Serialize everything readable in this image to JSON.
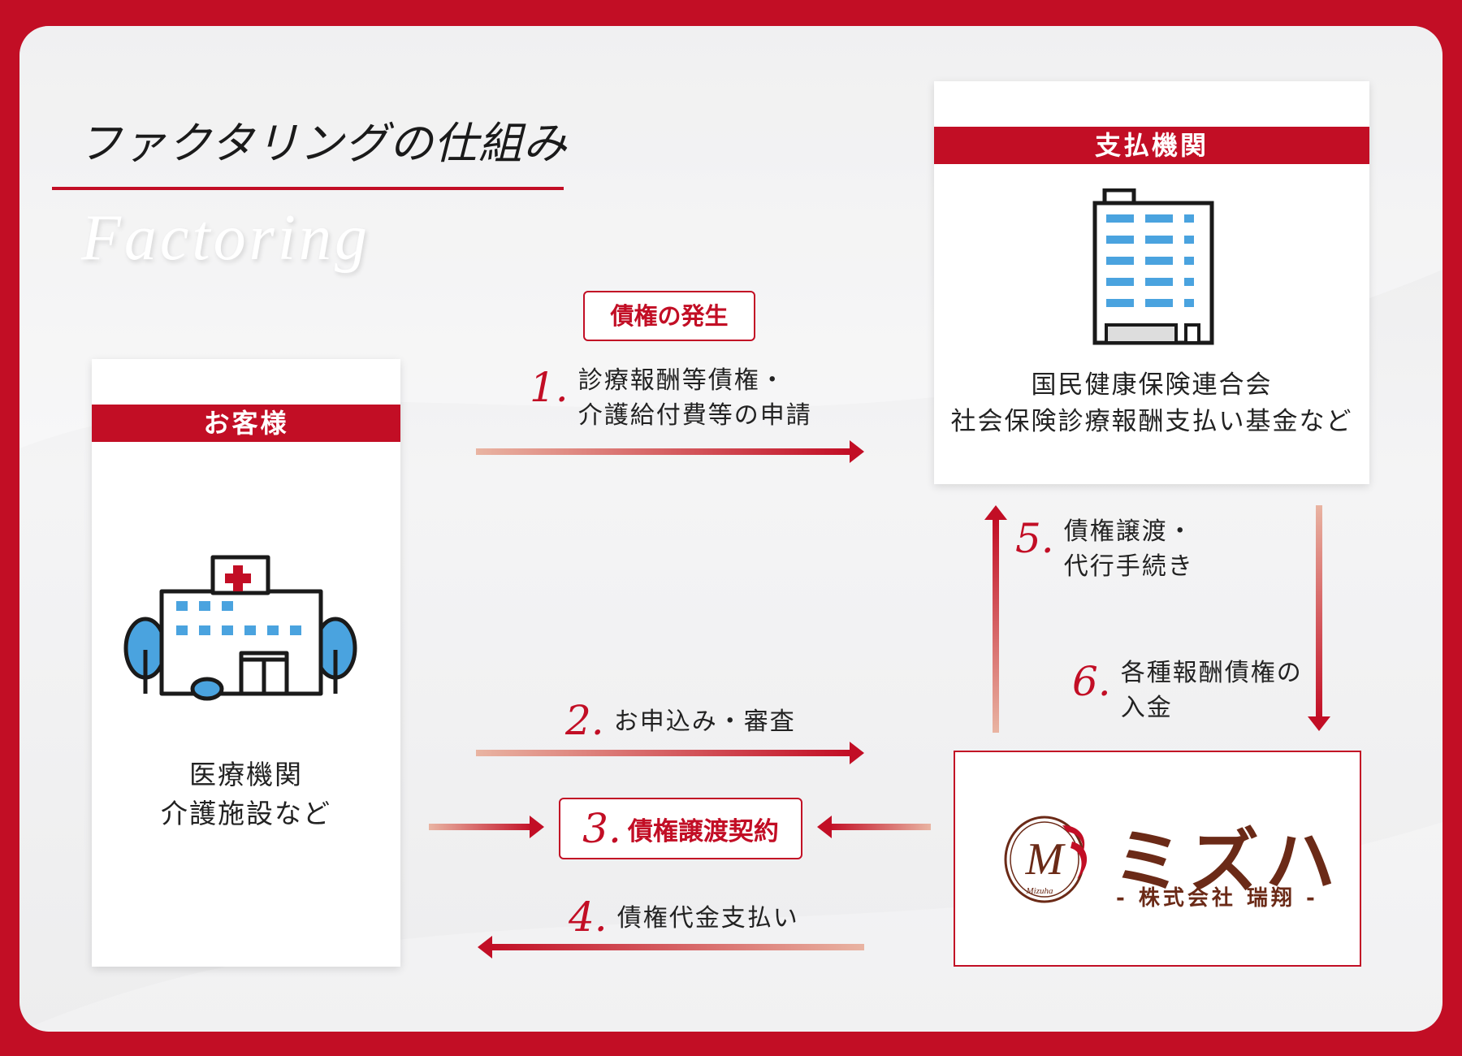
{
  "title": {
    "jp": "ファクタリングの仕組み",
    "en": "Factoring"
  },
  "customer": {
    "header": "お客様",
    "lines": [
      "医療機関",
      "介護施設など"
    ],
    "icon": "hospital-icon"
  },
  "payer": {
    "header": "支払機関",
    "lines": [
      "国民健康保険連合会",
      "社会保険診療報酬支払い基金など"
    ],
    "icon": "office-building-icon"
  },
  "tag_top": "債権の発生",
  "steps": {
    "s1": {
      "num": "1.",
      "lines": [
        "診療報酬等債権・",
        "介護給付費等の申請"
      ]
    },
    "s2": {
      "num": "2.",
      "lines": [
        "お申込み・審査"
      ]
    },
    "s3": {
      "num": "3.",
      "text": "債権譲渡契約"
    },
    "s4": {
      "num": "4.",
      "lines": [
        "債権代金支払い"
      ]
    },
    "s5": {
      "num": "5.",
      "lines": [
        "債権譲渡・",
        "代行手続き"
      ]
    },
    "s6": {
      "num": "6.",
      "lines": [
        "各種報酬債権の",
        "入金"
      ]
    }
  },
  "company": {
    "logo_mark": "M",
    "logo_small": "Mizuha",
    "name": "ミズハ",
    "sub": "- 株式会社 瑞翔 -"
  },
  "colors": {
    "accent": "#c20e25",
    "brand": "#6b2a17",
    "window": "#4aa3df"
  }
}
